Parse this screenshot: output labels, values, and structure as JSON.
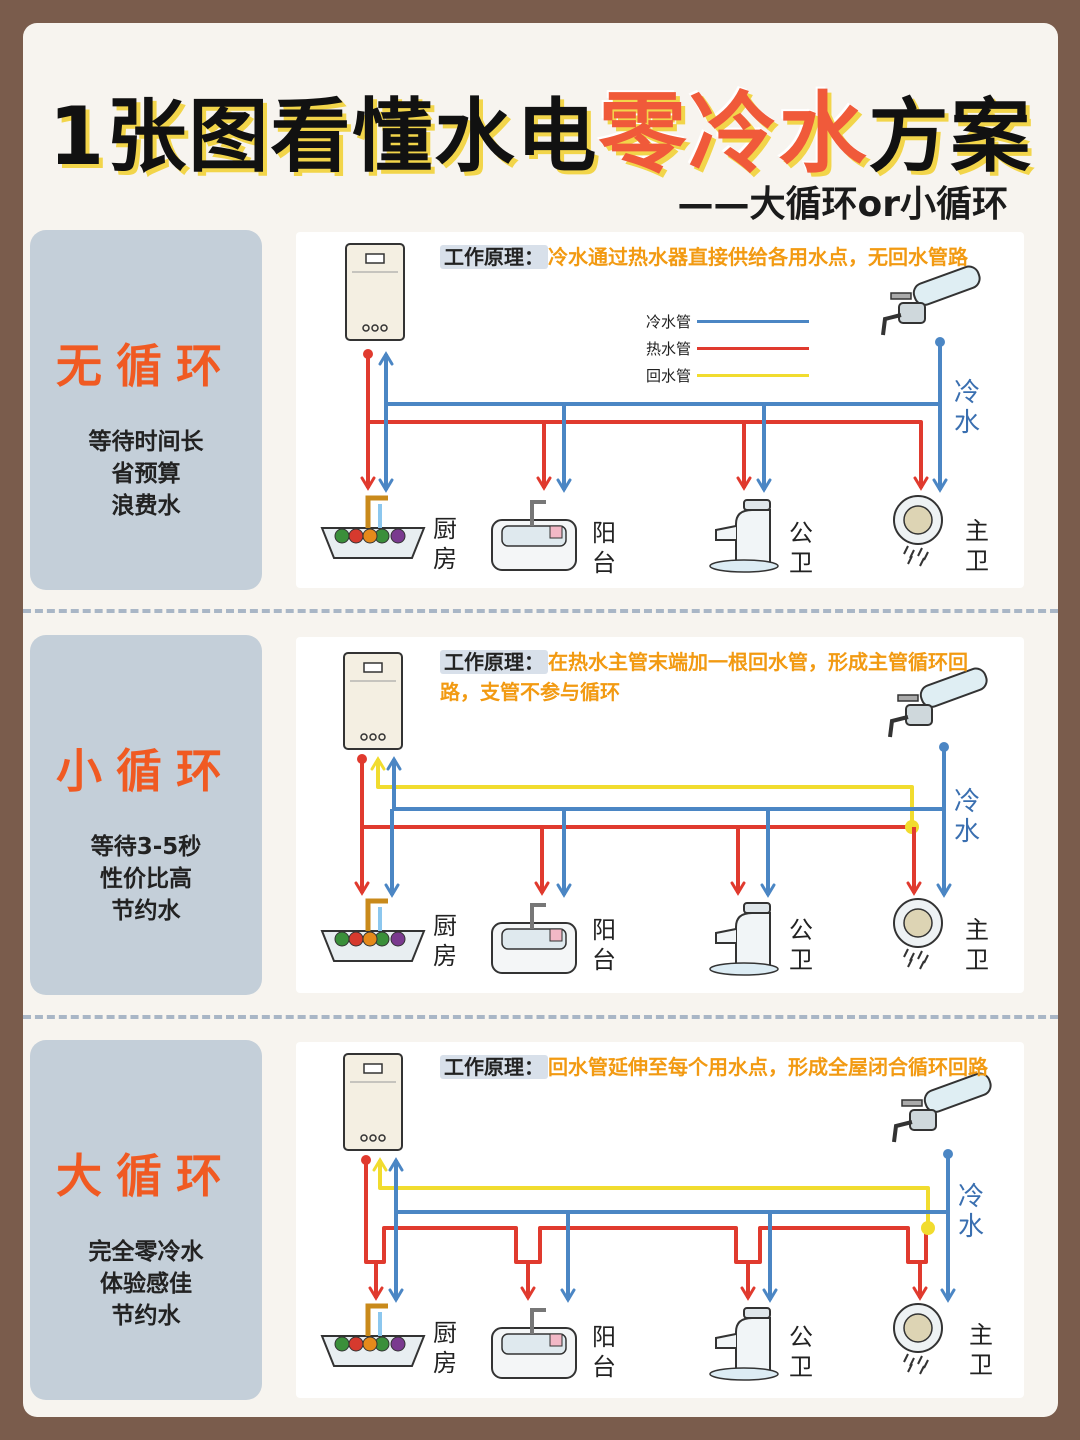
{
  "title": {
    "prefix": "1张图看懂水电",
    "highlight": "零冷水",
    "suffix": "方案"
  },
  "subtitle": "——大循环or小循环",
  "legend": [
    {
      "label": "冷水管",
      "color": "#4b86c4"
    },
    {
      "label": "热水管",
      "color": "#e03a2e"
    },
    {
      "label": "回水管",
      "color": "#f1dc2e"
    }
  ],
  "points": [
    "厨房",
    "阳台",
    "公卫",
    "主卫"
  ],
  "cold_label": "冷水",
  "sections": [
    {
      "name": "无循环",
      "desc": [
        "等待时间长",
        "省预算",
        "浪费水"
      ],
      "principle_label": "工作原理：",
      "principle": "冷水通过热水器直接供给各用水点，无回水管路"
    },
    {
      "name": "小循环",
      "desc": [
        "等待3-5秒",
        "性价比高",
        "节约水"
      ],
      "principle_label": "工作原理：",
      "principle": "在热水主管末端加一根回水管，形成主管循环回路，支管不参与循环"
    },
    {
      "name": "大循环",
      "desc": [
        "完全零冷水",
        "体验感佳",
        "节约水"
      ],
      "principle_label": "工作原理：",
      "principle": "回水管延伸至每个用水点，形成全屋闭合循环回路"
    }
  ]
}
